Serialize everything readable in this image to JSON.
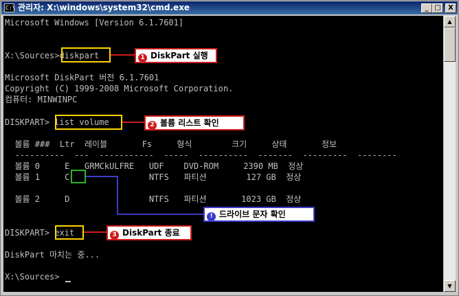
{
  "window": {
    "title": "관리자: X:\\windows\\system32\\cmd.exe",
    "icon_label": "C:\\",
    "minimize": "_",
    "maximize": "□",
    "close": "X"
  },
  "console": {
    "lines": [
      "Microsoft Windows [Version 6.1.7601]",
      "X:\\Sources>diskpart",
      "Microsoft DiskPart 버전 6.1.7601",
      "Copyright (C) 1999-2008 Microsoft Corporation.",
      "컴퓨터: MINWINPC",
      "DISKPART> list volume",
      "  볼륨 ###  Ltr  레이블       Fs     형식        크기     상태       정보",
      "  ----------  ---  -----------  -----  ----------  -------  ---------  --------",
      "  볼륨 0     E   GRMCkULFRE   UDF    DVD-ROM     2390 MB  정상",
      "  볼륨 1     C                NTFS   파티션        127 GB  정상",
      "  볼륨 2     D                NTFS   파티션       1023 GB  정상",
      "DISKPART> exit",
      "DiskPart 마치는 중...",
      "X:\\Sources>"
    ]
  },
  "callouts": {
    "c1": {
      "num": "1",
      "text": "DiskPart 실행"
    },
    "c2": {
      "num": "2",
      "text": "볼륨 리스트 확인"
    },
    "c3": {
      "num": "3",
      "text": "DiskPart 종료"
    },
    "c4": {
      "num": "!",
      "text": "드라이브 문자 확인"
    }
  },
  "colors": {
    "console_bg": "#000000",
    "console_text": "#c0c0c0",
    "highlight_yellow": "#ffd400",
    "highlight_green": "#2db52d",
    "callout_red": "#d01c1c",
    "callout_blue": "#3c3cc8"
  },
  "icons": {
    "window": "cmd-icon",
    "scroll_up": "arrow-up-icon",
    "scroll_down": "arrow-down-icon"
  }
}
